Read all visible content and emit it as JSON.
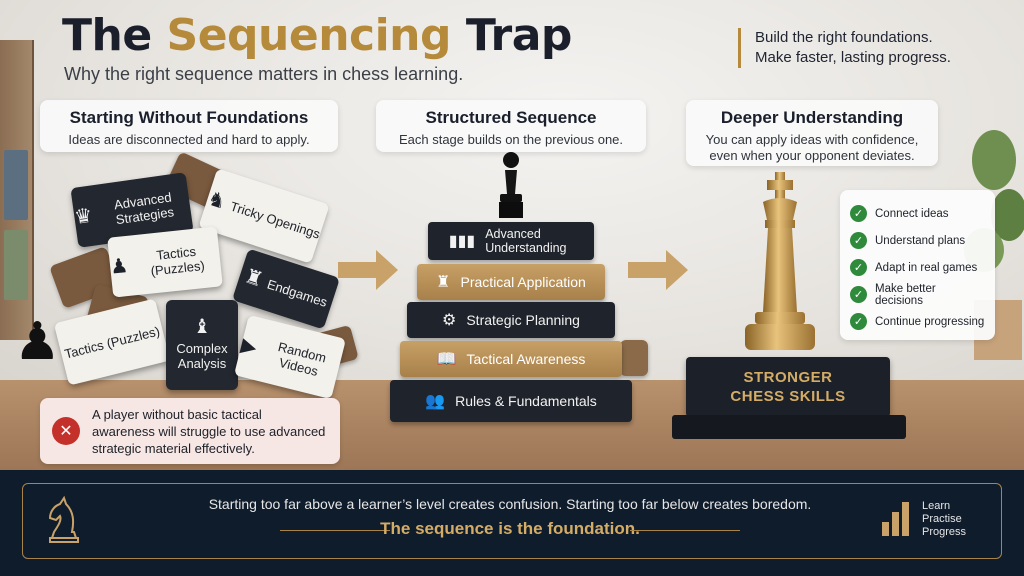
{
  "header": {
    "title_part1": "The ",
    "title_accent": "Sequencing",
    "title_part2": " Trap",
    "subtitle": "Why the right sequence matters in chess learning.",
    "tagline_line1": "Build the right foundations.",
    "tagline_line2": "Make faster, lasting progress."
  },
  "left": {
    "heading": "Starting Without Foundations",
    "description": "Ideas are disconnected and hard to apply.",
    "blocks": [
      {
        "label": "Advanced Strategies",
        "icon": "crown-icon"
      },
      {
        "label": "Tricky Openings",
        "icon": "knight-icon"
      },
      {
        "label": "Tactics (Puzzles)",
        "icon": "pawn-icon"
      },
      {
        "label": "Endgames",
        "icon": "rook-icon"
      },
      {
        "label": "Tactics (Puzzles)",
        "icon": "none"
      },
      {
        "label": "Complex Analysis",
        "icon": "bishop-icon"
      },
      {
        "label": "Random Videos",
        "icon": "play-icon"
      }
    ],
    "warning": "A player without basic tactical awareness will struggle to use advanced strategic material effectively."
  },
  "center": {
    "heading": "Structured Sequence",
    "description": "Each stage builds on the previous one.",
    "steps": [
      {
        "label": "Advanced Understanding",
        "icon": "bar-chart-icon",
        "style": "dark"
      },
      {
        "label": "Practical Application",
        "icon": "rook-icon",
        "style": "gold"
      },
      {
        "label": "Strategic Planning",
        "icon": "gear-icon",
        "style": "dark"
      },
      {
        "label": "Tactical Awareness",
        "icon": "book-icon",
        "style": "gold"
      },
      {
        "label": "Rules & Fundamentals",
        "icon": "people-icon",
        "style": "dark"
      }
    ]
  },
  "right": {
    "heading": "Deeper Understanding",
    "description_line1": "You can apply ideas with confidence,",
    "description_line2": "even when your opponent deviates.",
    "checklist": [
      "Connect ideas",
      "Understand plans",
      "Adapt in real games",
      "Make better decisions",
      "Continue progressing"
    ],
    "pedestal_line1": "STRONGER",
    "pedestal_line2": "CHESS SKILLS"
  },
  "footer": {
    "message": "Starting too far above a learner’s level creates confusion. Starting too far below creates boredom.",
    "key_message": "The sequence is the foundation.",
    "legend": [
      "Learn",
      "Practise",
      "Progress"
    ]
  },
  "colors": {
    "gold": "#b58a3a",
    "navy": "#0f1c2b",
    "dark": "#1f232b",
    "check": "#2f8a3c",
    "alert": "#c4312b"
  }
}
